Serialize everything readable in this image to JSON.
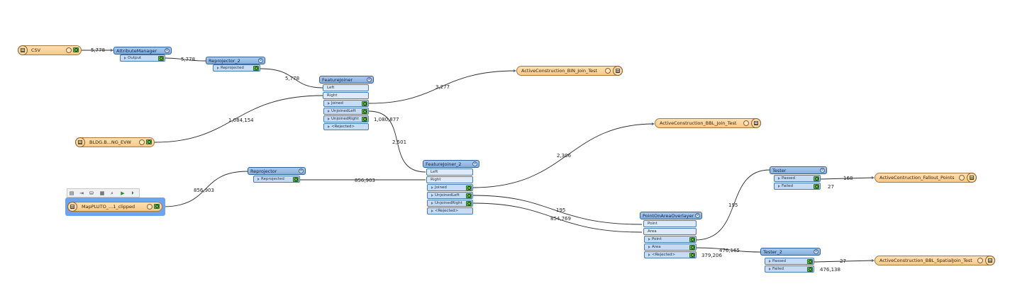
{
  "readers": [
    {
      "id": "csv",
      "label": "CSV"
    },
    {
      "id": "bldg",
      "label": "BLDG.B...NG_EVW"
    },
    {
      "id": "mappluto",
      "label": "MapPLUTO_...1_clipped"
    }
  ],
  "writers": [
    {
      "id": "bin",
      "label": "ActiveConstruction_BIN_Join_Test"
    },
    {
      "id": "bbl",
      "label": "ActiveConstruction_BBL_Join_Test"
    },
    {
      "id": "fallout",
      "label": "ActiveContruction_Fallout_Points"
    },
    {
      "id": "spatial",
      "label": "ActiveConstruction_BBL_SpatialJoin_Test"
    }
  ],
  "transformers": {
    "attributemanager": {
      "title": "AttributeManager",
      "ports": [
        "Output"
      ]
    },
    "reprojector2": {
      "title": "Reprojector_2",
      "ports": [
        "Reprojected"
      ]
    },
    "featurejoiner": {
      "title": "FeatureJoiner",
      "inputs": [
        "Left",
        "Right"
      ],
      "ports": [
        "Joined",
        "UnjoinedLeft",
        "UnjoinedRight",
        "<Rejected>"
      ]
    },
    "reprojector": {
      "title": "Reprojector",
      "ports": [
        "Reprojected"
      ]
    },
    "featurejoiner2": {
      "title": "FeatureJoiner_2",
      "inputs": [
        "Left",
        "Right"
      ],
      "ports": [
        "Joined",
        "UnjoinedLeft",
        "UnjoinedRight",
        "<Rejected>"
      ]
    },
    "pointonarea": {
      "title": "PointOnAreaOverlayer",
      "inputs": [
        "Point",
        "Area"
      ],
      "ports": [
        "Point",
        "Area",
        "<Rejected>"
      ]
    },
    "tester": {
      "title": "Tester",
      "ports": [
        "Passed",
        "Failed"
      ]
    },
    "tester2": {
      "title": "Tester_2",
      "ports": [
        "Passed",
        "Failed"
      ]
    }
  },
  "counts": {
    "csv_am": "5,778",
    "am_rp2": "5,778",
    "rp2_fj": "5,778",
    "fj_bin": "3,277",
    "bldg_fj": "1,084,154",
    "fj_unjright": "1,080,877",
    "fj_fj2": "2,501",
    "map_rp": "856,903",
    "rp_fj2": "856,903",
    "fj2_bbl": "2,306",
    "fj2_pa_point": "195",
    "fj2_pa_area": "854,769",
    "pa_tester": "195",
    "tester_passed": "168",
    "tester_failed": "27",
    "pa_tester2": "476,165",
    "pa_rejected": "379,206",
    "tester2_passed": "27",
    "tester2_failed": "476,138"
  },
  "toolbar_icons": [
    "run-icon",
    "disable-icon",
    "cache-icon",
    "grid-icon",
    "zoom-icon",
    "play-icon",
    "play-step-icon"
  ],
  "colors": {
    "reader_fill": "#f7c98a",
    "transformer_fill": "#86b0de",
    "inspector": "#6cc04a",
    "selection": "#6ea3f0"
  }
}
